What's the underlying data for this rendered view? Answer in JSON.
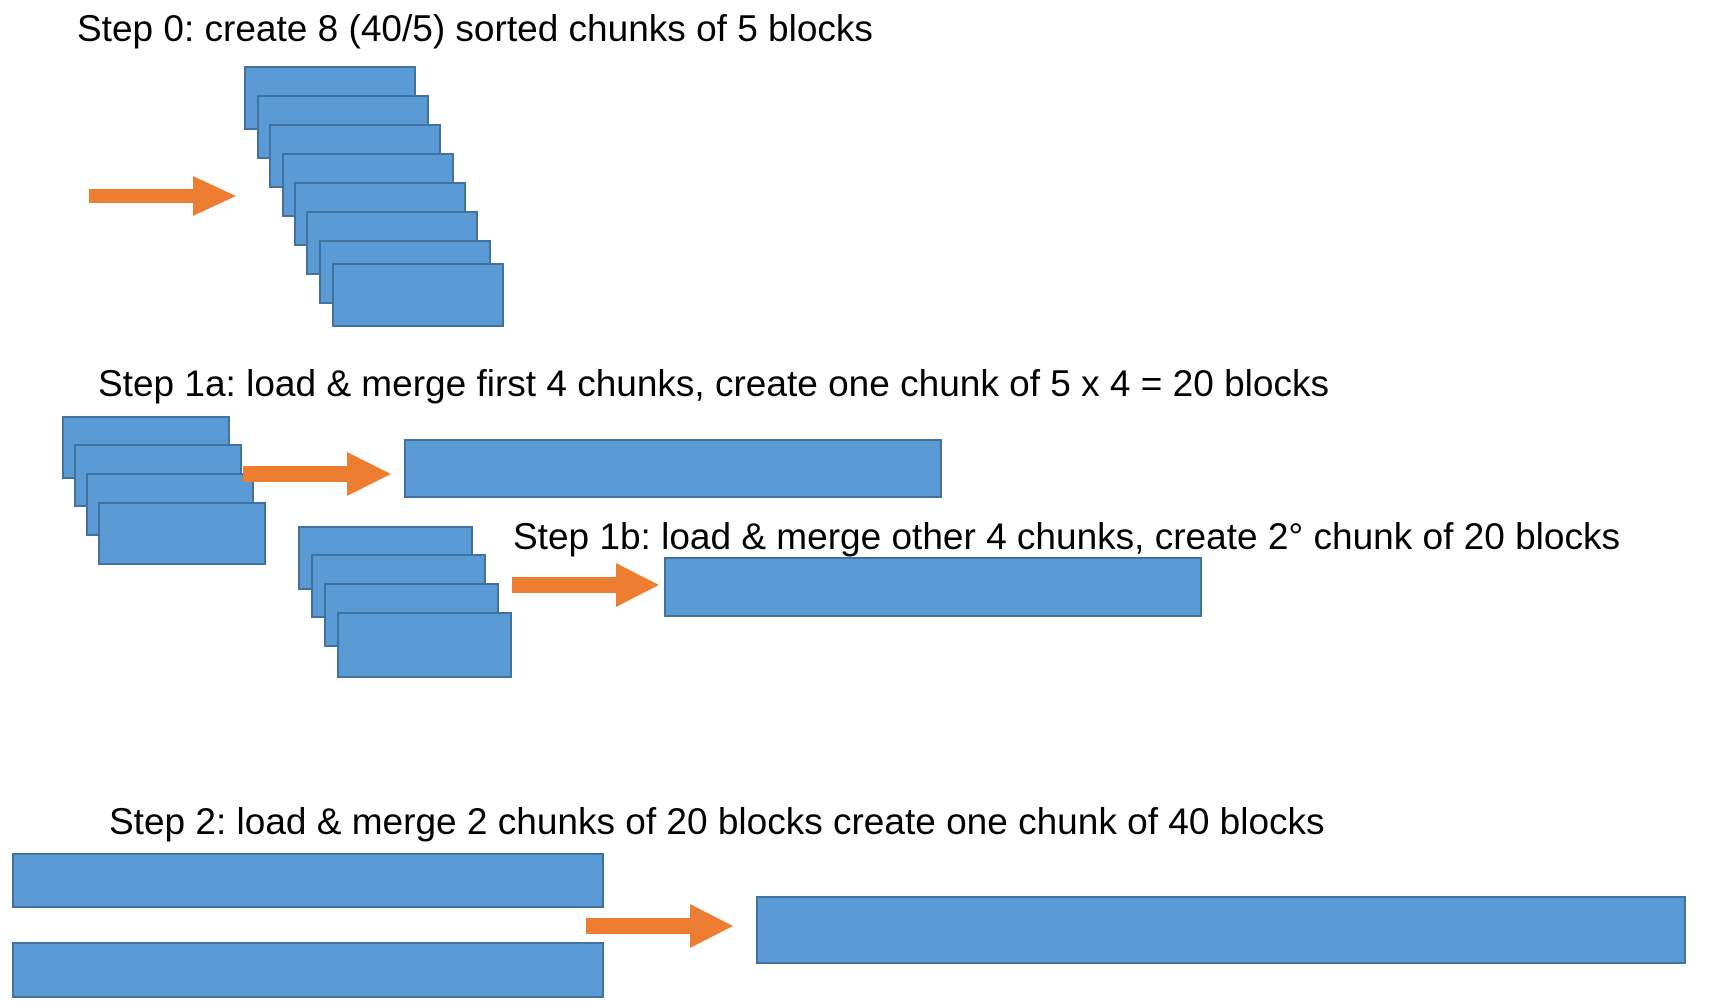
{
  "colors": {
    "block_fill": "#5b9bd5",
    "block_stroke": "#41719c",
    "arrow": "#ed7d31",
    "text": "#000000",
    "background": "#ffffff"
  },
  "steps": {
    "step0": {
      "label": "Step 0: create 8 (40/5)  sorted  chunks of 5 blocks",
      "chunk_count": 8,
      "blocks_per_chunk": 5
    },
    "step1a": {
      "label": "Step 1a:  load & merge first 4 chunks, create one chunk of 5 x 4 = 20 blocks",
      "input_chunks": 4,
      "output_blocks": 20
    },
    "step1b": {
      "label": "Step 1b:  load & merge other 4 chunks, create 2° chunk of 20 blocks",
      "input_chunks": 4,
      "output_blocks": 20
    },
    "step2": {
      "label": "Step 2:  load & merge 2 chunks of 20 blocks  create one chunk of 40 blocks",
      "input_chunks": 2,
      "output_blocks": 40
    }
  }
}
